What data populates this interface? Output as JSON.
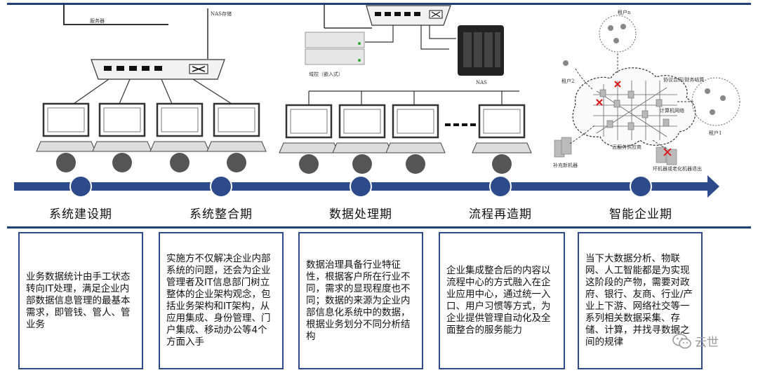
{
  "illustration": {
    "server_label": "服务器",
    "nas_storage_label": "NAS存储",
    "domain_control_label": "域控（嵌入式）",
    "nas_label": "NAS",
    "cloud_labels": {
      "tenant_n": "租户n",
      "tenant_2": "租户2",
      "tenant_1": "租户1",
      "agreement": "协议合同/财务结算",
      "compute_network": "计算机网络",
      "cloud_provider": "云服务供应商",
      "new_machine": "补充新机器",
      "retire_machine": "坏机器或老化机器退出"
    }
  },
  "phases": [
    {
      "title": "系统建设期",
      "description": "业务数据统计由手工状态转向IT处理，满足企业内部数据信息管理的最基本需求，即管钱、管人、管业务"
    },
    {
      "title": "系统整合期",
      "description": "实施方不仅解决企业内部系统的问题，还会为企业管理者及IT信息部门树立整体的企业架构观念，包括业务架构和IT架构，从应用集成、身份管理、门户集成、移动办公等4个方面入手"
    },
    {
      "title": "数据处理期",
      "description": "数据治理具备行业特征性，根据客户所在行业不同，需求的显现程度也不同；数据的来源为企业内部信息化系统中的数据，根据业务划分不同分析结构"
    },
    {
      "title": "流程再造期",
      "description": "企业集成整合后的内容以流程中心的方式融入在企业应用中心，通过统一入口、用户习惯等方式，为企业提供管理自动化及全面整合的服务能力"
    },
    {
      "title": "智能企业期",
      "description": "当下大数据分析、物联网、人工智能都是为实现这阶段的产物，需要对政府、银行、友商、行业/产业上下游、网络社交等一系列相关数据采集、存储、计算，并找寻数据之间的规律"
    }
  ],
  "watermark": "云世",
  "colors": {
    "timeline": "#2d4b8a",
    "border": "#2d4b8a"
  }
}
